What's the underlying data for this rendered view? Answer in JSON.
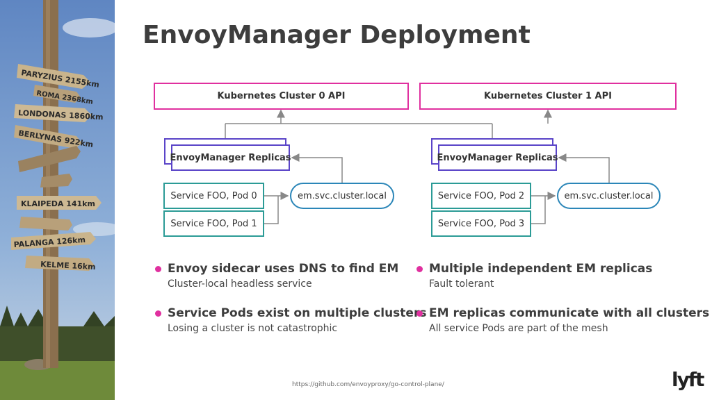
{
  "title": "EnvoyManager Deployment",
  "clusters": [
    {
      "api_label": "Kubernetes Cluster 0 API",
      "replicas_label": "EnvoyManager Replicas",
      "pods": [
        "Service FOO, Pod 0",
        "Service FOO, Pod 1"
      ],
      "dns_label": "em.svc.cluster.local"
    },
    {
      "api_label": "Kubernetes Cluster 1 API",
      "replicas_label": "EnvoyManager Replicas",
      "pods": [
        "Service FOO, Pod 2",
        "Service FOO, Pod 3"
      ],
      "dns_label": "em.svc.cluster.local"
    }
  ],
  "bullets": [
    {
      "heading": "Envoy sidecar uses DNS to find EM",
      "detail": "Cluster-local headless service"
    },
    {
      "heading": "Multiple independent  EM replicas",
      "detail": "Fault tolerant"
    },
    {
      "heading": "Service Pods exist on multiple clusters",
      "detail": "Losing a cluster is not catastrophic"
    },
    {
      "heading": "EM replicas communicate with all clusters",
      "detail": "All service Pods are part of the mesh"
    }
  ],
  "footer_url": "https://github.com/envoyproxy/go-control-plane/",
  "logo_text": "lyft",
  "signposts": [
    "PARYZIUS 2155km",
    "ROMA 2368km",
    "LONDONAS 1860km",
    "BERLYNAS 922km",
    "KLAIPEDA 141km",
    "PALANGA 126km",
    "KELME 16km"
  ],
  "colors": {
    "k8s_border": "#e0309f",
    "em_border": "#5a44c8",
    "pod_border": "#2b9b96",
    "dns_border": "#2b86b8",
    "bullet": "#e0309f",
    "connector": "#888888"
  }
}
